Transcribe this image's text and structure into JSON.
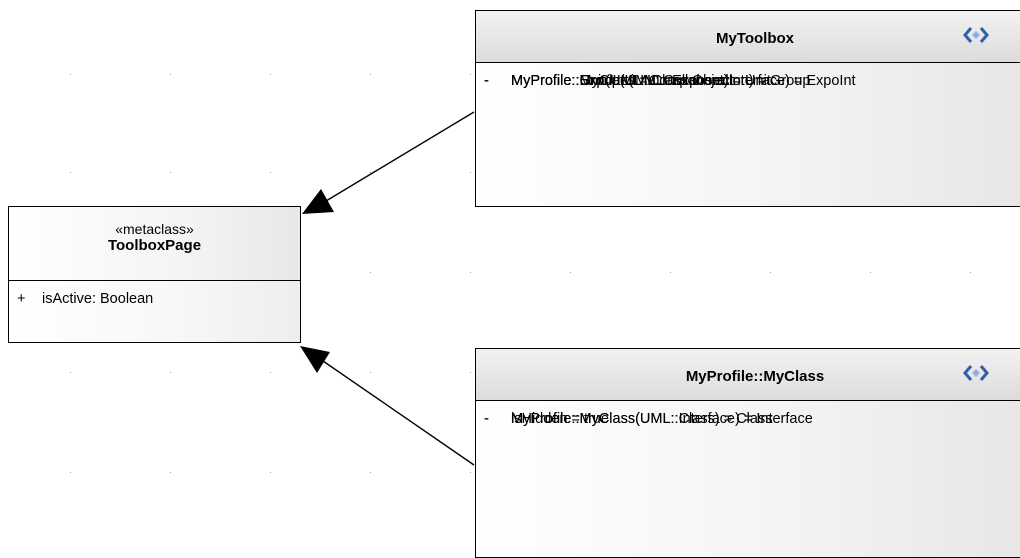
{
  "toolbox_page": {
    "stereotype": "«metaclass»",
    "name": "ToolboxPage",
    "attributes": [
      {
        "visibility": "+",
        "text": "isActive: Boolean"
      }
    ]
  },
  "my_toolbox": {
    "name": "MyToolbox",
    "icon": "stereotype-diamond-icon",
    "attributes": [
      {
        "visibility": "-",
        "text": "MyProfile::ExpoInt(UML::ExposedInterface) = ExpoInt"
      },
      {
        "visibility": "-",
        "text": "MyProfile::Group(UML::Collaboration) = Group"
      },
      {
        "visibility": "-",
        "text": "MyProfile::MyClass = Class Object"
      },
      {
        "visibility": "-",
        "text": "MyProfile::Unit(UML::Component) = Unit"
      }
    ]
  },
  "my_profile_class": {
    "name": "MyProfile::MyClass",
    "icon": "stereotype-diamond-icon",
    "attributes": [
      {
        "visibility": "-",
        "text": "isHidden = true"
      },
      {
        "visibility": "-",
        "text": "MyProfile::MyClass(UML::Class) = Class"
      },
      {
        "visibility": "-",
        "text": "MyProfile::MyClass(UML::Interface) = Interface"
      }
    ]
  },
  "colors": {
    "icon_blue": "#2f5fa8",
    "grid_dot": "#9a9a9a",
    "line": "#000000"
  }
}
